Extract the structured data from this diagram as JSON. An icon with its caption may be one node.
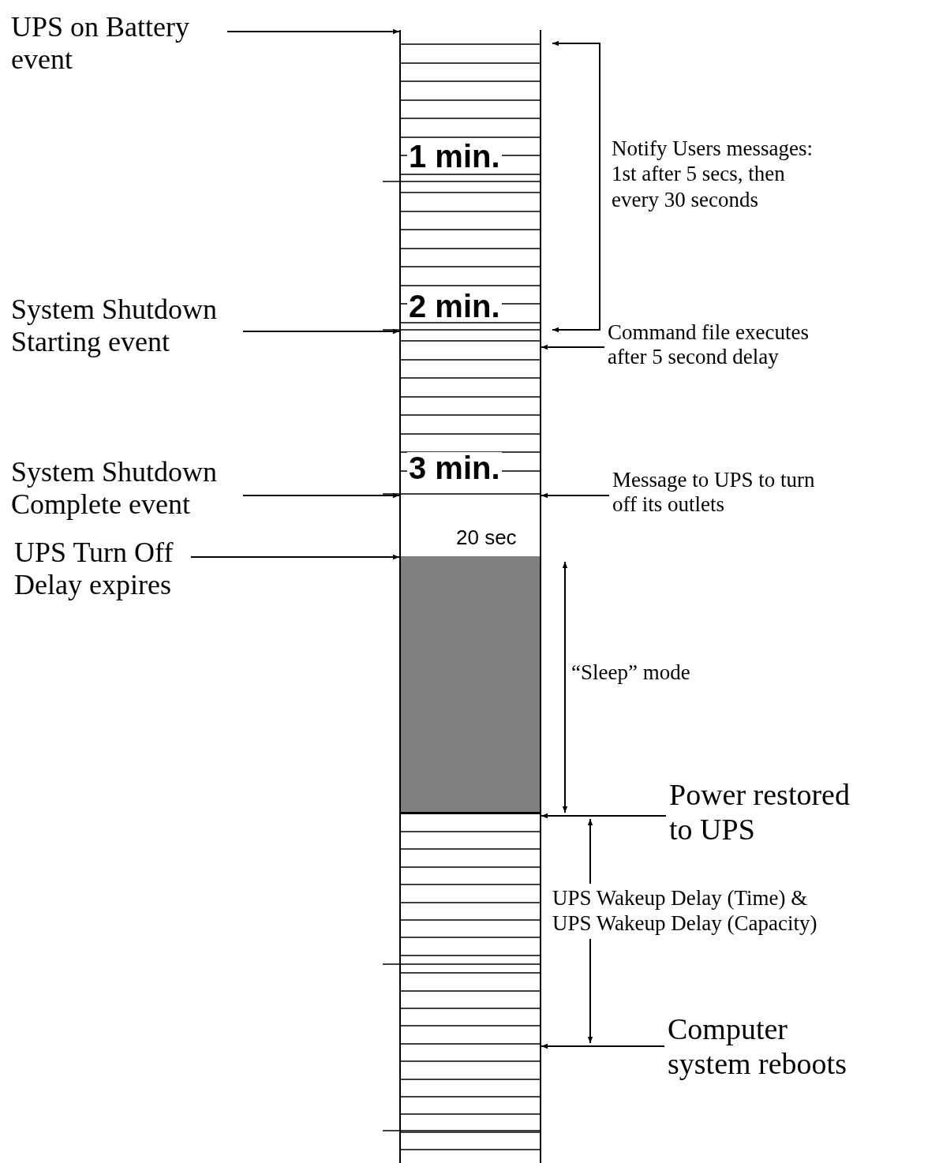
{
  "diagram": {
    "nodes": [
      {
        "text": [],
        "shape": "bar"
      },
      {
        "text": [],
        "shape": "box",
        "in": 0
      },
      {
        "text": [
          "UPS on Battery event"
        ]
      },
      {
        "text": [
          "System Shutdown Starting event"
        ]
      },
      {
        "text": [
          "System Shutdown Complete event"
        ]
      },
      {
        "text": [
          "UPS Turn Off Delay expires"
        ]
      },
      {
        "text": [
          "Command file executes after 5 second delay"
        ]
      },
      {
        "text": [
          "Message to UPS to turn off its outlets"
        ]
      },
      {
        "text": [
          "Power restored to UPS"
        ]
      },
      {
        "text": [
          "Computer system reboots"
        ]
      }
    ],
    "edges": [
      {
        "from": 2,
        "to": 0,
        "arrow": "to"
      },
      {
        "from": 3,
        "to": 0,
        "arrow": "to"
      },
      {
        "from": 6,
        "to": 0,
        "arrow": "to"
      },
      {
        "from": 4,
        "to": 0,
        "arrow": "to"
      },
      {
        "from": 7,
        "to": 0,
        "arrow": "to"
      },
      {
        "from": 5,
        "to": 0,
        "arrow": "to"
      },
      {
        "from": 8,
        "to": 0,
        "arrow": "to"
      },
      {
        "from": 9,
        "to": 0,
        "arrow": "to"
      }
    ],
    "labels": [
      "1 min.",
      "Notify Users messages: 1st after 5 secs, then every 30 seconds",
      "2 min.",
      "3 min.",
      "20 sec",
      "“Sleep” mode",
      "UPS Wakeup Delay (Time) & UPS Wakeup Delay (Capacity)"
    ]
  }
}
